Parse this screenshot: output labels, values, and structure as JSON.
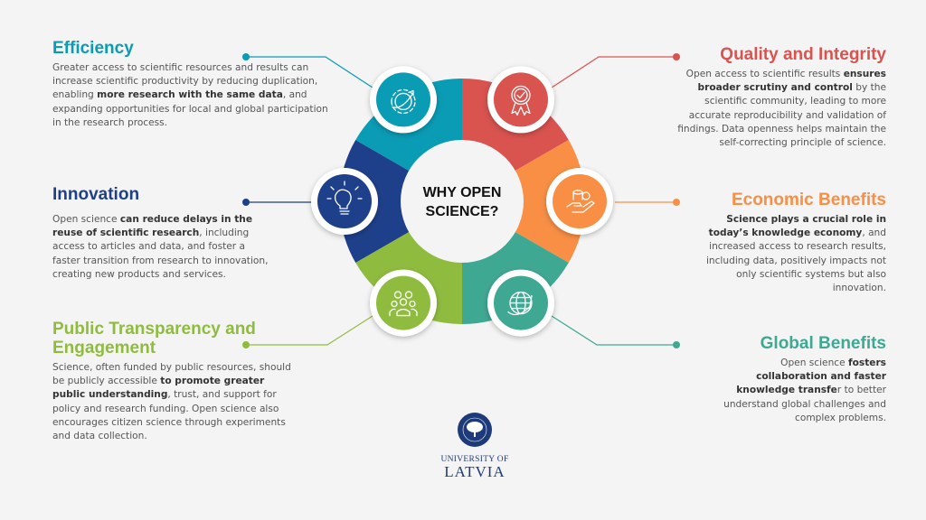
{
  "center_title": "WHY OPEN SCIENCE?",
  "colors": {
    "efficiency": "#0a9bb5",
    "quality": "#d9534f",
    "economic": "#f98f45",
    "global": "#3fa893",
    "public": "#8fbc3f",
    "innovation": "#1e3f8a",
    "background": "#f4f4f4"
  },
  "sections": {
    "efficiency": {
      "title": "Efficiency",
      "icon": "gear-arrow-icon",
      "body": {
        "pre": "Greater access to scientific resources and results can increase scientific productivity by reducing duplication, enabling ",
        "bold": "more research with the same data",
        "post": ", and expanding opportunities for local and global participation in the research process."
      }
    },
    "innovation": {
      "title": "Innovation",
      "icon": "lightbulb-icon",
      "body": {
        "pre": "Open science ",
        "bold": "can reduce delays in the reuse of scientific research",
        "post": ", including access to articles and data, and foster a faster transition from research to innovation, creating new products and services."
      }
    },
    "public": {
      "title": "Public Transparency and Engagement",
      "icon": "people-group-icon",
      "body": {
        "pre": "Science, often funded by public resources, should be publicly accessible ",
        "bold": "to promote greater public understanding",
        "post": ", trust, and support for policy and research funding. Open science also encourages citizen science through experiments and data collection."
      }
    },
    "quality": {
      "title": "Quality and Integrity",
      "icon": "award-ribbon-icon",
      "body": {
        "pre": "Open access to scientific results ",
        "bold": "ensures broader scrutiny and control",
        "post": " by the scientific community, leading to more accurate reproducibility and validation of findings. Data openness helps maintain the self-correcting principle of science."
      }
    },
    "economic": {
      "title": "Economic Benefits",
      "icon": "hand-coins-icon",
      "body": {
        "pre": "",
        "bold": "Science plays a crucial role in today’s knowledge economy",
        "post": ", and increased access to research results, including data, positively impacts not only scientific systems but also innovation."
      }
    },
    "global": {
      "title": "Global Benefits",
      "icon": "globe-icon",
      "body": {
        "pre": "Open science ",
        "bold": "fosters collaboration and faster knowledge transfe",
        "post": "r to better understand global challenges and complex problems."
      }
    }
  },
  "logo": {
    "line1": "UNIVERSITY OF",
    "line2": "LATVIA"
  }
}
